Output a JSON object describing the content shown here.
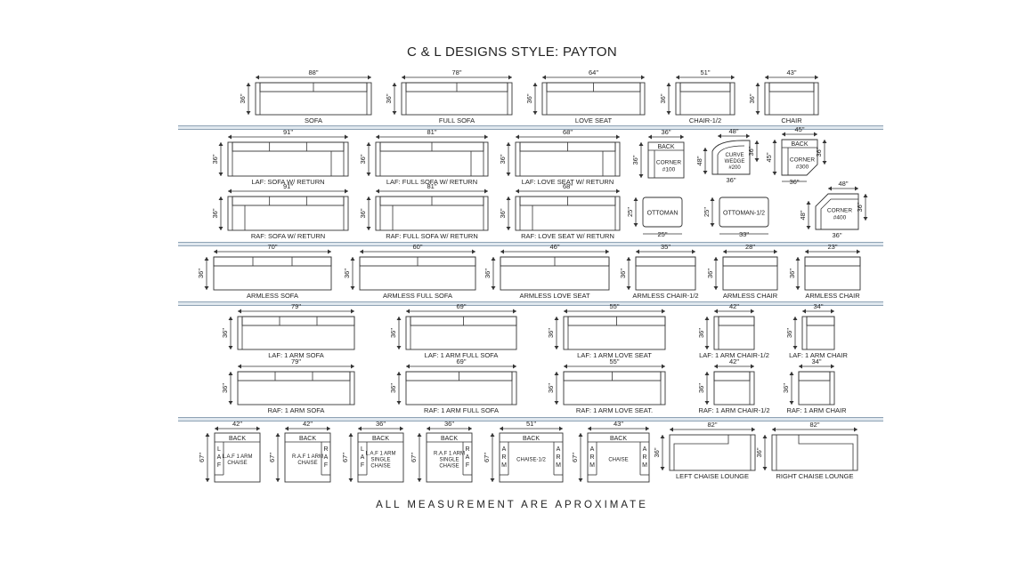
{
  "title": "C & L DESIGNS STYLE:   PAYTON",
  "footer": "ALL MEASUREMENT ARE APROXIMATE",
  "pieces": [
    {
      "name": "SOFA",
      "width": "88\"",
      "depth": "36\"",
      "type": "sofa",
      "cushions": 2
    },
    {
      "name": "FULL SOFA",
      "width": "78\"",
      "depth": "36\"",
      "type": "sofa",
      "cushions": 2
    },
    {
      "name": "LOVE SEAT",
      "width": "64\"",
      "depth": "36\"",
      "type": "sofa",
      "cushions": 2
    },
    {
      "name": "CHAIR-1/2",
      "width": "51\"",
      "depth": "36\"",
      "type": "sofa",
      "cushions": 1
    },
    {
      "name": "CHAIR",
      "width": "43\"",
      "depth": "36\"",
      "type": "sofa",
      "cushions": 1
    },
    {
      "name": "LAF: SOFA W/ RETURN",
      "width": "91\"",
      "depth": "36\"",
      "type": "laf",
      "cushions": 3
    },
    {
      "name": "LAF: FULL SOFA W/ RETURN",
      "width": "81\"",
      "depth": "36\"",
      "type": "laf",
      "cushions": 2
    },
    {
      "name": "LAF: LOVE SEAT W/ RETURN",
      "width": "68\"",
      "depth": "36\"",
      "type": "laf",
      "cushions": 2
    },
    {
      "name": "CORNER #100",
      "label": "CORNER\n#100",
      "back": "BACK",
      "width": "36\"",
      "depth": "36\"",
      "type": "cornerbox"
    },
    {
      "name": "CURVE WEDGE #200",
      "label": "CURVE\nWEDGE\n#200",
      "width": "48\"",
      "depth": "36\"",
      "side": "48\"",
      "depth2": "36\"",
      "type": "wedge"
    },
    {
      "name": "CORNER #300",
      "label": "CORNER\n#300",
      "back": "BACK",
      "width": "45\"",
      "depth": "45\"",
      "depth2": "36\"",
      "bottom": "36\"",
      "type": "corner300"
    },
    {
      "name": "RAF: SOFA W/ RETURN",
      "width": "91\"",
      "depth": "36\"",
      "type": "raf",
      "cushions": 3
    },
    {
      "name": "RAF: FULL SOFA W/ RETURN",
      "width": "81\"",
      "depth": "36\"",
      "type": "raf",
      "cushions": 2
    },
    {
      "name": "RAF: LOVE SEAT W/ RETURN",
      "width": "68\"",
      "depth": "36\"",
      "type": "raf",
      "cushions": 2
    },
    {
      "name": "OTTOMAN",
      "width": "25\"",
      "depth": "25\"",
      "type": "ottoman"
    },
    {
      "name": "OTTOMAN-1/2",
      "width": "33\"",
      "depth": "25\"",
      "type": "ottoman"
    },
    {
      "name": "CORNER #400",
      "label": "CORNER\n#400",
      "width": "48\"",
      "depth": "48\"",
      "side": "36\"",
      "bottom": "36\"",
      "type": "corner400"
    },
    {
      "name": "ARMLESS SOFA",
      "width": "70\"",
      "depth": "36\"",
      "type": "armless",
      "cushions": 3
    },
    {
      "name": "ARMLESS FULL SOFA",
      "width": "60\"",
      "depth": "36\"",
      "type": "armless",
      "cushions": 2
    },
    {
      "name": "ARMLESS LOVE SEAT",
      "width": "46\"",
      "depth": "36\"",
      "type": "armless",
      "cushions": 2
    },
    {
      "name": "ARMLESS CHAIR-1/2",
      "width": "35\"",
      "depth": "36\"",
      "type": "armless",
      "cushions": 1
    },
    {
      "name": "ARMLESS CHAIR",
      "width": "28\"",
      "depth": "36\"",
      "type": "armless",
      "cushions": 1
    },
    {
      "name": "ARMLESS CHAIR",
      "width": "23\"",
      "depth": "36\"",
      "type": "armless",
      "cushions": 1
    },
    {
      "name": "LAF: 1 ARM SOFA",
      "width": "79\"",
      "depth": "36\"",
      "type": "onearm-l",
      "cushions": 3
    },
    {
      "name": "LAF: 1 ARM FULL SOFA",
      "width": "69\"",
      "depth": "36\"",
      "type": "onearm-l",
      "cushions": 2
    },
    {
      "name": "LAF: 1 ARM LOVE SEAT",
      "width": "55\"",
      "depth": "36\"",
      "type": "onearm-l",
      "cushions": 2
    },
    {
      "name": "LAF: 1 ARM CHAIR-1/2",
      "width": "42\"",
      "depth": "36\"",
      "type": "onearm-l",
      "cushions": 1
    },
    {
      "name": "LAF: 1 ARM CHAIR",
      "width": "34\"",
      "depth": "36\"",
      "type": "onearm-l",
      "cushions": 1
    },
    {
      "name": "RAF: 1 ARM SOFA",
      "width": "79\"",
      "depth": "36\"",
      "type": "onearm-r",
      "cushions": 3
    },
    {
      "name": "RAF: 1 ARM FULL SOFA",
      "width": "69\"",
      "depth": "36\"",
      "type": "onearm-r",
      "cushions": 2
    },
    {
      "name": "RAF: 1 ARM LOVE SEAT.",
      "width": "55\"",
      "depth": "36\"",
      "type": "onearm-r",
      "cushions": 2
    },
    {
      "name": "RAF: 1 ARM CHAIR-1/2",
      "width": "42\"",
      "depth": "36\"",
      "type": "onearm-r",
      "cushions": 1
    },
    {
      "name": "RAF: 1 ARM CHAIR",
      "width": "34\"",
      "depth": "36\"",
      "type": "onearm-r",
      "cushions": 1
    },
    {
      "name": "L.A.F 1 ARM CHAISE",
      "label": "L.A.F 1 ARM\nCHAISE",
      "back": "BACK",
      "side": "LAF",
      "width": "42\"",
      "depth": "67\"",
      "type": "chaise-l"
    },
    {
      "name": "R.A.F 1 ARM CHAISE",
      "label": "R.A.F 1 ARM\nCHAISE",
      "back": "BACK",
      "side": "RAF",
      "width": "42\"",
      "depth": "67\"",
      "type": "chaise-r"
    },
    {
      "name": "L.A.F 1 ARM SINGLE CHAISE",
      "label": "L.A.F 1 ARM\nSINGLE\nCHAISE",
      "back": "BACK",
      "side": "LAF",
      "width": "36\"",
      "depth": "67\"",
      "type": "chaise-l"
    },
    {
      "name": "R.A.F 1 ARM SINGLE CHAISE",
      "label": "R.A.F 1 ARM\nSINGLE\nCHAISE",
      "back": "BACK",
      "side": "RAF",
      "width": "36\"",
      "depth": "67\"",
      "type": "chaise-r"
    },
    {
      "name": "CHAISE-1/2",
      "label": "CHAISE-1/2",
      "back": "BACK",
      "side": "ARM",
      "width": "51\"",
      "depth": "67\"",
      "type": "chaise-both"
    },
    {
      "name": "CHAISE",
      "label": "CHAISE",
      "back": "BACK",
      "side": "ARM",
      "width": "43\"",
      "depth": "67\"",
      "type": "chaise-both"
    },
    {
      "name": "LEFT CHAISE LOUNGE",
      "width": "82\"",
      "depth": "36\"",
      "type": "lounge-l"
    },
    {
      "name": "RIGHT CHAISE LOUNGE",
      "width": "82\"",
      "depth": "36\"",
      "type": "lounge-r"
    }
  ]
}
